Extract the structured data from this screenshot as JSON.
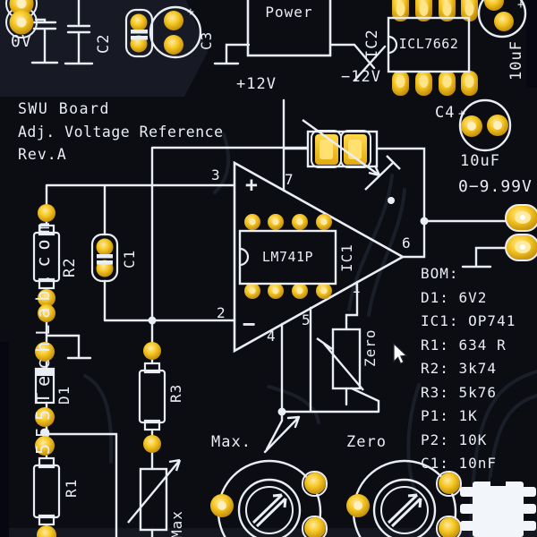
{
  "board": {
    "title": "SWU Board",
    "subtitle": "Adj. Voltage Reference",
    "revision": "Rev.A",
    "website": "555TechLab.com"
  },
  "power": {
    "label": "Power",
    "plus12": "+12V",
    "minus12": "−12V",
    "zero_v": "0V"
  },
  "output": {
    "range": "0−9.99V"
  },
  "marks": {
    "plus": "+"
  },
  "ics": {
    "ic1_ref": "IC1",
    "ic1_part": "LM741P",
    "ic2_ref": "IC2",
    "ic2_part": "ICL7662",
    "ic2_cap_value": "10uF"
  },
  "caps": {
    "c1": "C1",
    "c2": "C2",
    "c3": "C3",
    "c4": "C4",
    "c4_value": "10uF"
  },
  "resistors": {
    "r1": "R1",
    "r2": "R2",
    "r3": "R3",
    "d1": "D1"
  },
  "trimmers": {
    "max_symbol": "Max",
    "zero_symbol": "Zero",
    "max_pot": "Max.",
    "zero_pot": "Zero"
  },
  "opamp": {
    "plus": "+",
    "minus": "−",
    "pin1": "1",
    "pin2": "2",
    "pin3": "3",
    "pin4": "4",
    "pin5": "5",
    "pin6": "6",
    "pin7": "7"
  },
  "bom": {
    "heading": "BOM:",
    "items": [
      "D1: 6V2",
      "IC1: OP741",
      "R1: 634 R",
      "R2: 3k74",
      "R3: 5k76",
      "P1: 1K",
      "P2: 10K",
      "C1: 10nF"
    ]
  },
  "colors": {
    "board": "#0c0d12",
    "silk": "#e9edf4",
    "pad_gold": "#f0b81a",
    "pad_glow": "#ffe9a0"
  }
}
